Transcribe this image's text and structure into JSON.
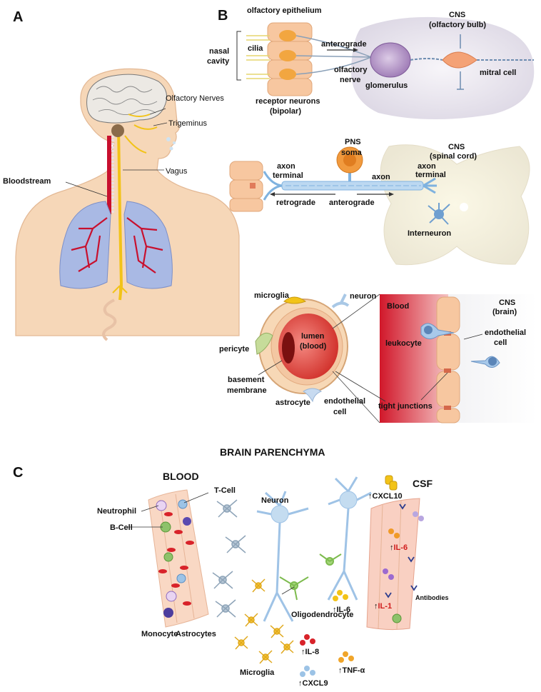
{
  "panels": {
    "a": "A",
    "b": "B",
    "c": "C"
  },
  "panel_a": {
    "olfactory_nerves": "Olfactory Nerves",
    "trigeminus": "Trigeminus",
    "vagus": "Vagus",
    "bloodstream": "Bloodstream"
  },
  "panel_b_top": {
    "olfactory_epithelium": "olfactory epithelium",
    "nasal": "nasal",
    "cavity": "cavity",
    "cilia": "cilia",
    "anterograde": "anterograde",
    "olfactory": "olfactory",
    "nerve": "nerve",
    "glomerulus": "glomerulus",
    "cns": "CNS",
    "olfactory_bulb": "(olfactory bulb)",
    "mitral_cell": "mitral cell",
    "receptor_neurons": "receptor neurons",
    "bipolar": "(bipolar)"
  },
  "panel_b_mid": {
    "pns": "PNS",
    "soma": "soma",
    "axon_l": "axon",
    "terminal_l": "terminal",
    "retrograde": "retrograde",
    "anterograde": "anterograde",
    "axon_mid": "axon",
    "axon_r": "axon",
    "terminal_r": "terminal",
    "cns": "CNS",
    "spinal_cord": "(spinal cord)",
    "interneuron": "Interneuron"
  },
  "panel_b_bot": {
    "microglia": "microglia",
    "neuron": "neuron",
    "pericyte": "pericyte",
    "lumen": "lumen",
    "blood_paren": "(blood)",
    "basement": "basement",
    "membrane": "membrane",
    "astrocyte": "astrocyte",
    "endothelial": "endothelial",
    "cell": "cell",
    "tight_junctions": "tight junctions",
    "blood": "Blood",
    "cns": "CNS",
    "brain": "(brain)",
    "leukocyte": "leukocyte",
    "endothelial_r": "endothelial",
    "cell_r": "cell"
  },
  "panel_c": {
    "title": "BRAIN PARENCHYMA",
    "blood": "BLOOD",
    "csf": "CSF",
    "t_cell": "T-Cell",
    "neutrophil": "Neutrophil",
    "b_cell": "B-Cell",
    "monocyte": "Monocyte",
    "neuron": "Neuron",
    "astrocytes": "Astrocytes",
    "microglia": "Microglia",
    "oligodendrocyte": "Oligodendrocyte",
    "cxcl10": "CXCL10",
    "il6_mid": "IL-6",
    "il8": "IL-8",
    "cxcl9": "CXCL9",
    "tnfa": "TNF-α",
    "il6_red": "IL-6",
    "il1_red": "IL-1",
    "antibodies": "Antibodies",
    "up_arrow": "↑"
  },
  "colors": {
    "vessel_red": "#c8102e",
    "lung_blue": "#a9b9e4",
    "nerve_yellow": "#f2c318",
    "neuron_blue": "#9fc3e6",
    "skin": "#f6d7b8",
    "cell_orange": "#f7b98d",
    "cns_bg": "#ede9f1"
  }
}
